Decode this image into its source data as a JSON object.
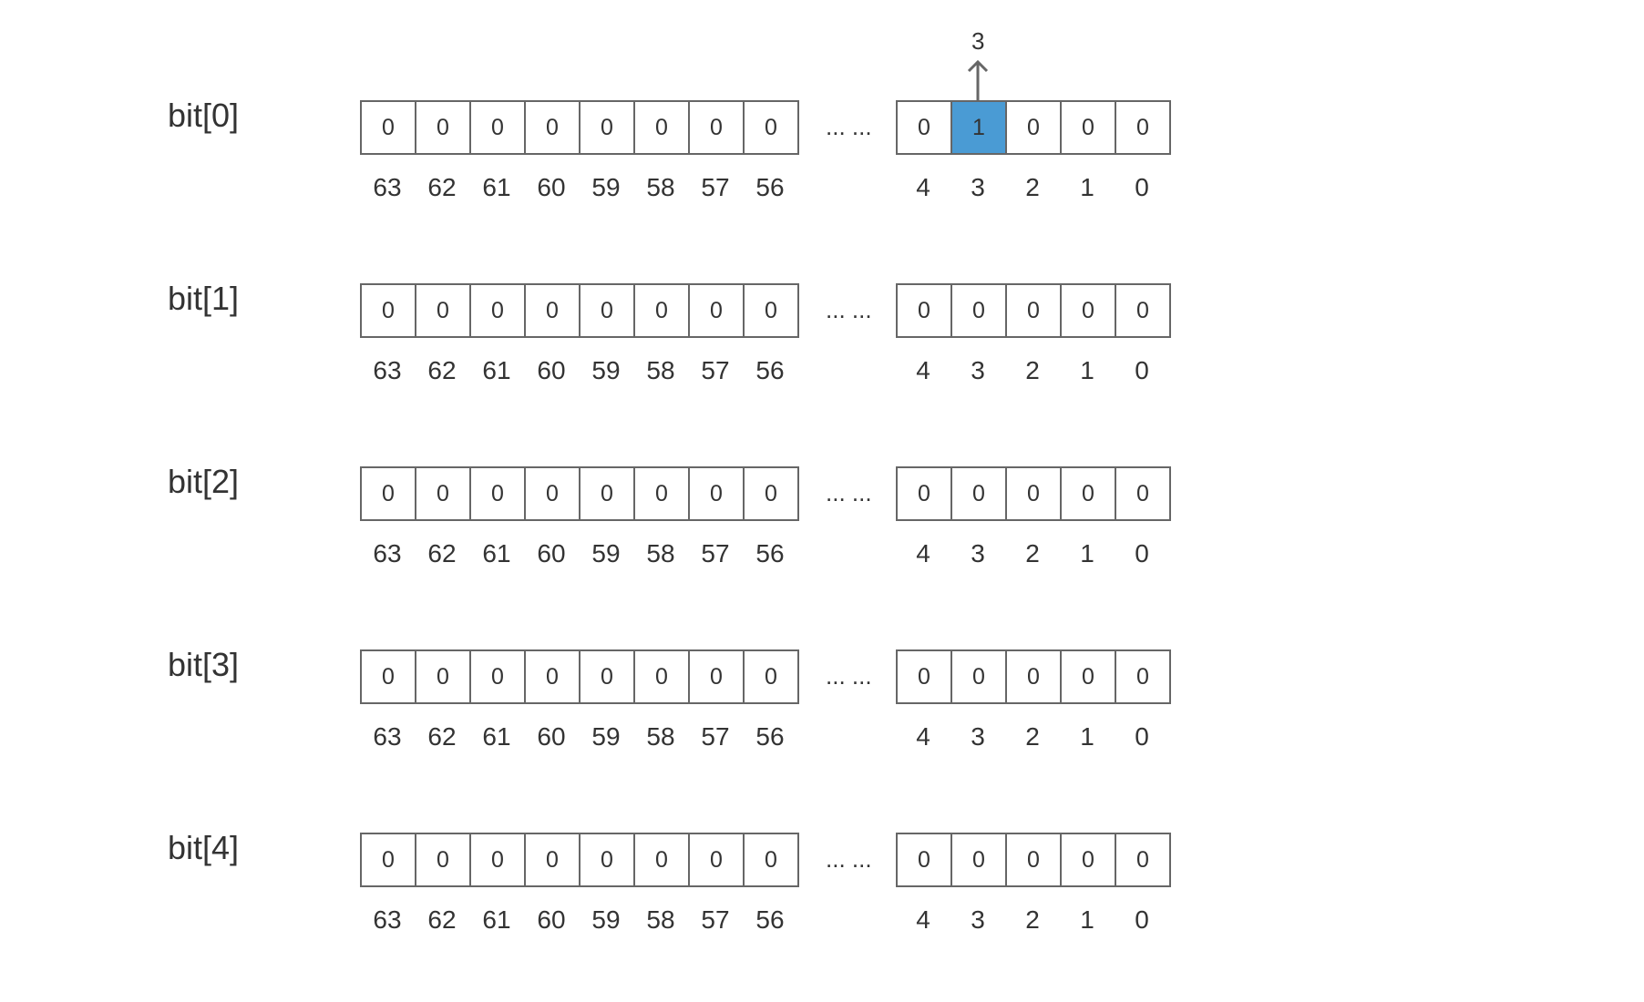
{
  "highlight_color": "#4a9bd4",
  "border_color": "#666666",
  "ellipsis": "... ...",
  "pointer": {
    "label": "3",
    "row": 0,
    "bit": 3
  },
  "high_indices": [
    "63",
    "62",
    "61",
    "60",
    "59",
    "58",
    "57",
    "56"
  ],
  "low_indices": [
    "4",
    "3",
    "2",
    "1",
    "0"
  ],
  "rows": [
    {
      "label": "bit[0]",
      "high": [
        "0",
        "0",
        "0",
        "0",
        "0",
        "0",
        "0",
        "0"
      ],
      "low": [
        "0",
        "1",
        "0",
        "0",
        "0"
      ]
    },
    {
      "label": "bit[1]",
      "high": [
        "0",
        "0",
        "0",
        "0",
        "0",
        "0",
        "0",
        "0"
      ],
      "low": [
        "0",
        "0",
        "0",
        "0",
        "0"
      ]
    },
    {
      "label": "bit[2]",
      "high": [
        "0",
        "0",
        "0",
        "0",
        "0",
        "0",
        "0",
        "0"
      ],
      "low": [
        "0",
        "0",
        "0",
        "0",
        "0"
      ]
    },
    {
      "label": "bit[3]",
      "high": [
        "0",
        "0",
        "0",
        "0",
        "0",
        "0",
        "0",
        "0"
      ],
      "low": [
        "0",
        "0",
        "0",
        "0",
        "0"
      ]
    },
    {
      "label": "bit[4]",
      "high": [
        "0",
        "0",
        "0",
        "0",
        "0",
        "0",
        "0",
        "0"
      ],
      "low": [
        "0",
        "0",
        "0",
        "0",
        "0"
      ]
    }
  ]
}
